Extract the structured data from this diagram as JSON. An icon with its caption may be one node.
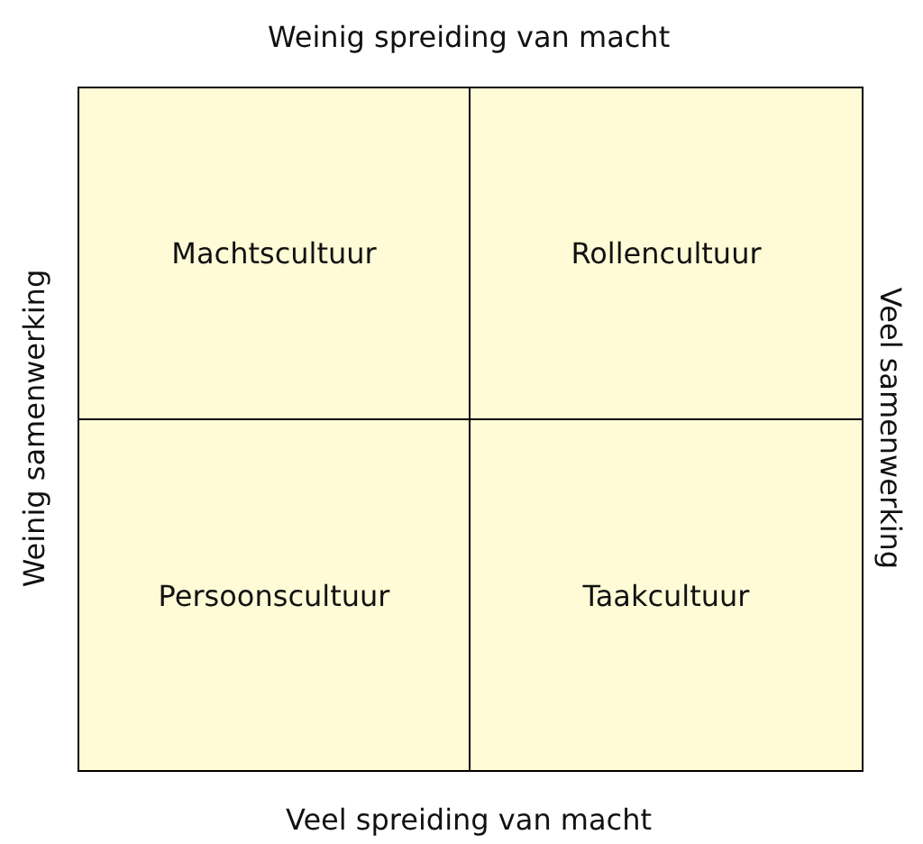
{
  "diagram": {
    "nodes": [
      {
        "text": [
          "Machtscultuur"
        ]
      },
      {
        "text": [
          "Rollencultuur"
        ]
      },
      {
        "text": [
          "Persoonscultuur"
        ]
      },
      {
        "text": [
          "Taakcultuur"
        ]
      }
    ],
    "labels": [
      "Weinig spreiding van macht",
      "Weinig samenwerking",
      "Veel samenwerking",
      "Veel spreiding van macht"
    ]
  }
}
